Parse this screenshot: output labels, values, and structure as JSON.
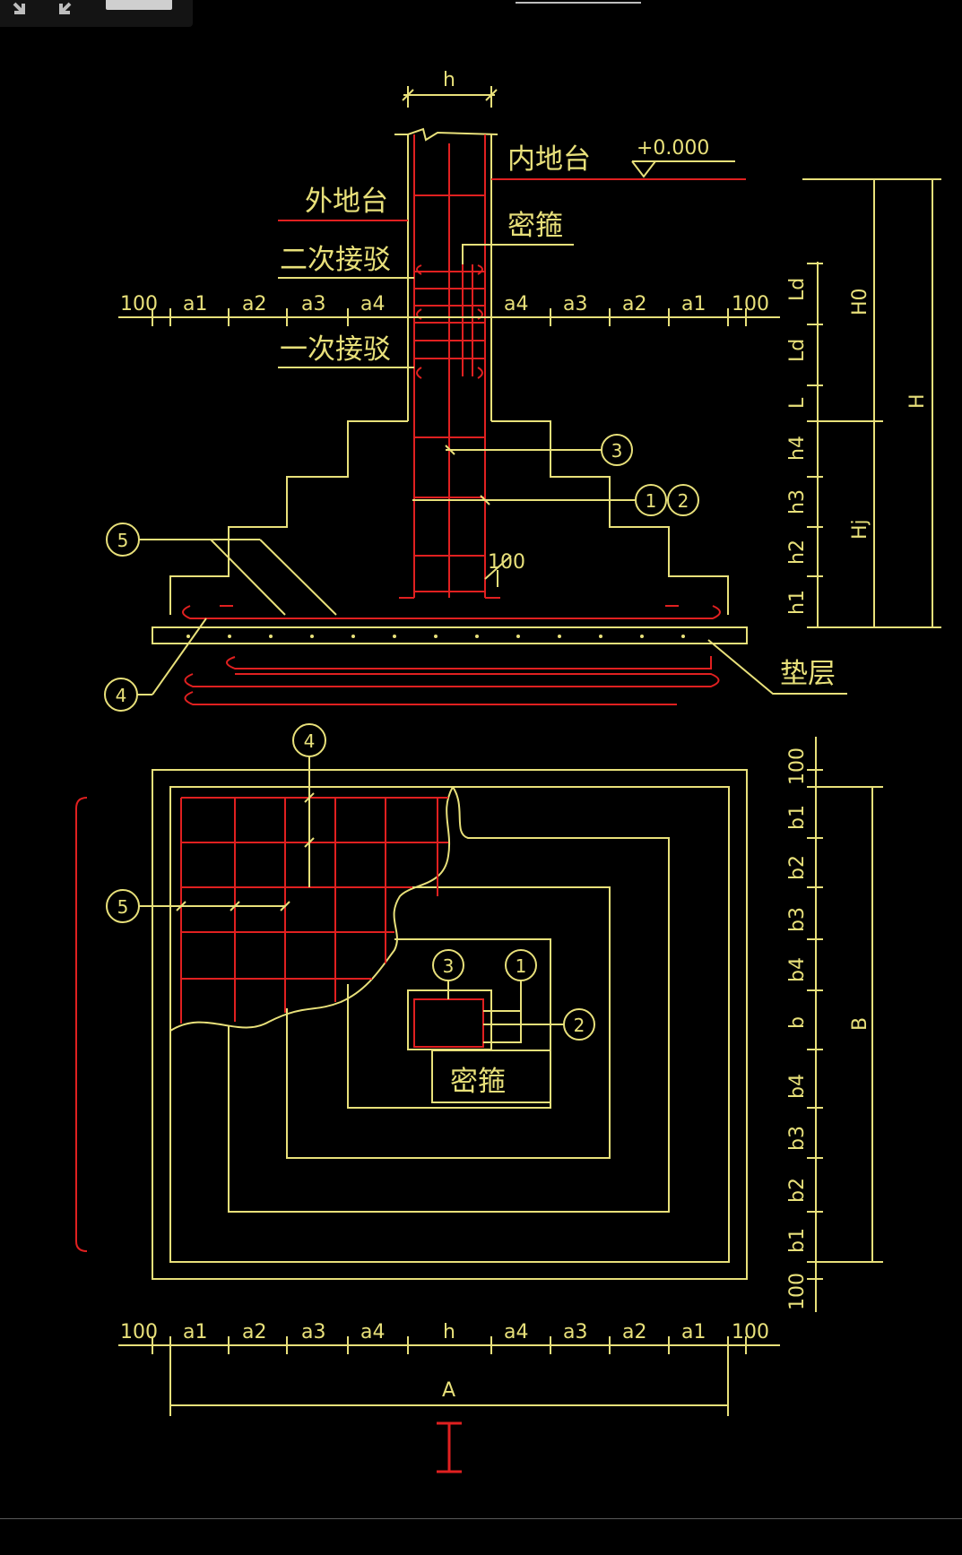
{
  "colors": {
    "background": "#000000",
    "outline": "#e8e07a",
    "rebar": "#e02020"
  },
  "icons": {
    "toolbar_icon": "shrink-arrows-icon"
  },
  "section": {
    "column_width_label": "h",
    "elevation_label": "+0.000",
    "inner_ground_label": "内地台",
    "outer_ground_label": "外地台",
    "stirrup_label": "密箍",
    "second_splice_label": "二次接驳",
    "first_splice_label": "一次接驳",
    "cushion_label": "垫层",
    "offset_label": "100",
    "left_dims": [
      "100",
      "a1",
      "a2",
      "a3",
      "a4"
    ],
    "right_dims": [
      "a4",
      "a3",
      "a2",
      "a1",
      "100"
    ],
    "right_vert_dims": [
      "Ld",
      "Ld",
      "L",
      "h4",
      "h3",
      "h2",
      "h1"
    ],
    "right_group_dims": [
      "H0",
      "Hj"
    ],
    "total_height_label": "H",
    "bubbles": [
      "3",
      "1",
      "2",
      "5",
      "4"
    ]
  },
  "plan": {
    "bubbles": [
      "4",
      "5",
      "3",
      "1",
      "2"
    ],
    "stirrup_label": "密箍",
    "right_vert_dims": [
      "100",
      "b1",
      "b2",
      "b3",
      "b4",
      "b",
      "b4",
      "b3",
      "b2",
      "b1",
      "100"
    ],
    "total_width_label": "B",
    "bottom_dims": [
      "100",
      "a1",
      "a2",
      "a3",
      "a4",
      "h",
      "a4",
      "a3",
      "a2",
      "a1",
      "100"
    ],
    "total_length_label": "A"
  },
  "section_mark": "I"
}
